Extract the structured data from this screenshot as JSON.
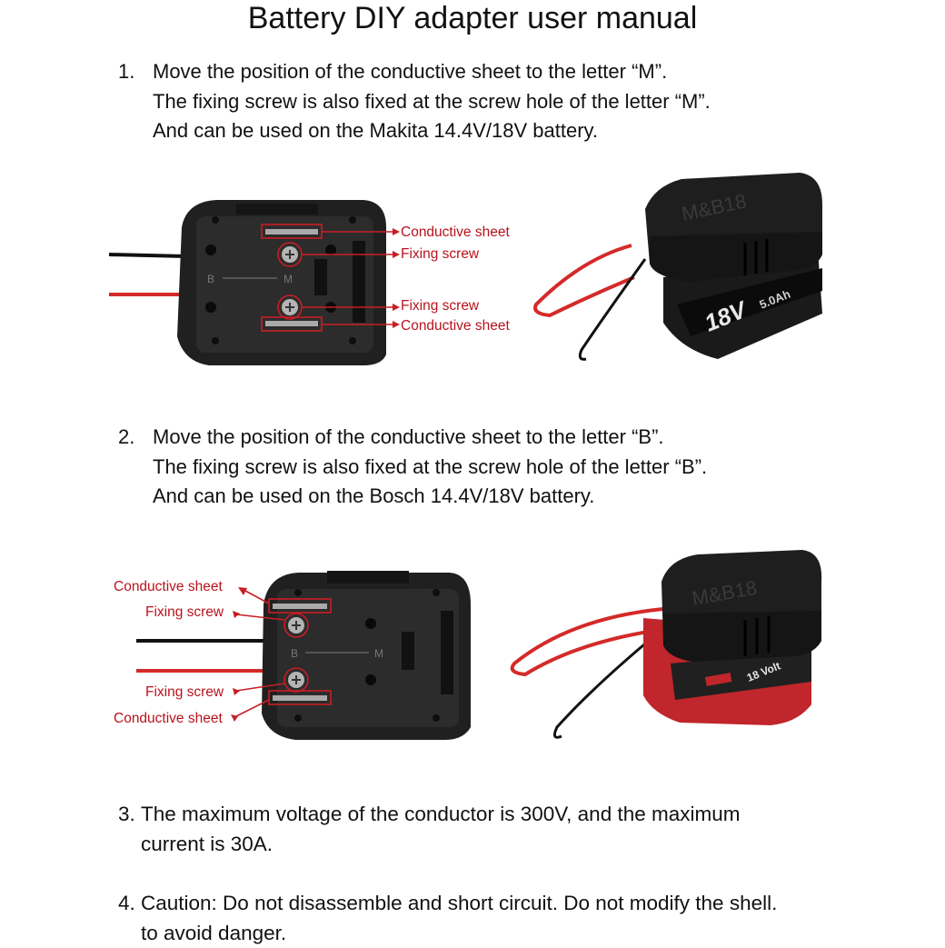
{
  "title": "Battery DIY adapter user manual",
  "steps": [
    {
      "number": "1.",
      "lines": [
        "Move the position of the conductive sheet to the letter “M”.",
        "The fixing screw is also fixed at the screw hole of the letter “M”.",
        "And can be used on the Makita 14.4V/18V battery."
      ]
    },
    {
      "number": "2.",
      "lines": [
        "Move the position of the conductive sheet to the letter “B”.",
        "The fixing screw is also fixed at the screw hole of the letter “B”.",
        "And can be used on the Bosch 14.4V/18V battery."
      ]
    },
    {
      "number": "3.",
      "lines": [
        "The maximum voltage of the conductor is 300V, and the maximum",
        "current is 30A."
      ]
    },
    {
      "number": "4.",
      "lines": [
        "Caution: Do not disassemble and short circuit. Do not modify the shell.",
        "to avoid danger."
      ]
    }
  ],
  "figure1": {
    "callouts": [
      "Conductive sheet",
      "Fixing screw",
      "Fixing screw",
      "Conductive sheet"
    ],
    "plate_letters": [
      "B",
      "M"
    ],
    "adapter_brand": "M&B18",
    "battery_label": "18V",
    "battery_capacity": "5.0Ah"
  },
  "figure2": {
    "callouts": [
      "Conductive sheet",
      "Fixing screw",
      "Fixing screw",
      "Conductive sheet"
    ],
    "plate_letters": [
      "B",
      "M"
    ],
    "adapter_brand": "M&B18",
    "battery_label": "18 Volt"
  },
  "colors": {
    "callout_red": "#b8131d",
    "wire_red": "#d42a2a",
    "plastic_black": "#1c1c1c",
    "battery_red": "#c0262b"
  }
}
